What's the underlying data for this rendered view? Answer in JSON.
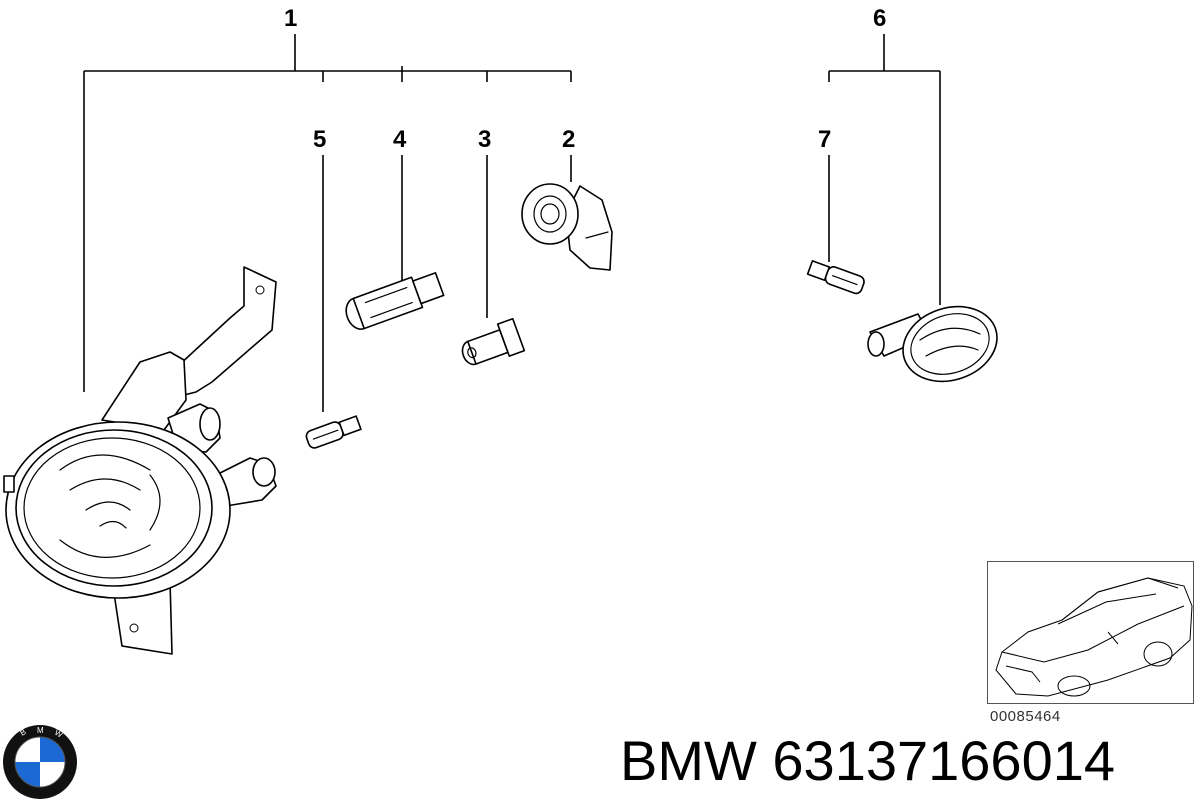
{
  "callouts": {
    "c1": "1",
    "c2": "2",
    "c3": "3",
    "c4": "4",
    "c5": "5",
    "c6": "6",
    "c7": "7"
  },
  "reference_number": "00085464",
  "title": "BMW 63137166014",
  "logo": {
    "text": "BMW",
    "colors": {
      "blue": "#1c69d4",
      "ring": "#111111",
      "white": "#ffffff"
    }
  }
}
